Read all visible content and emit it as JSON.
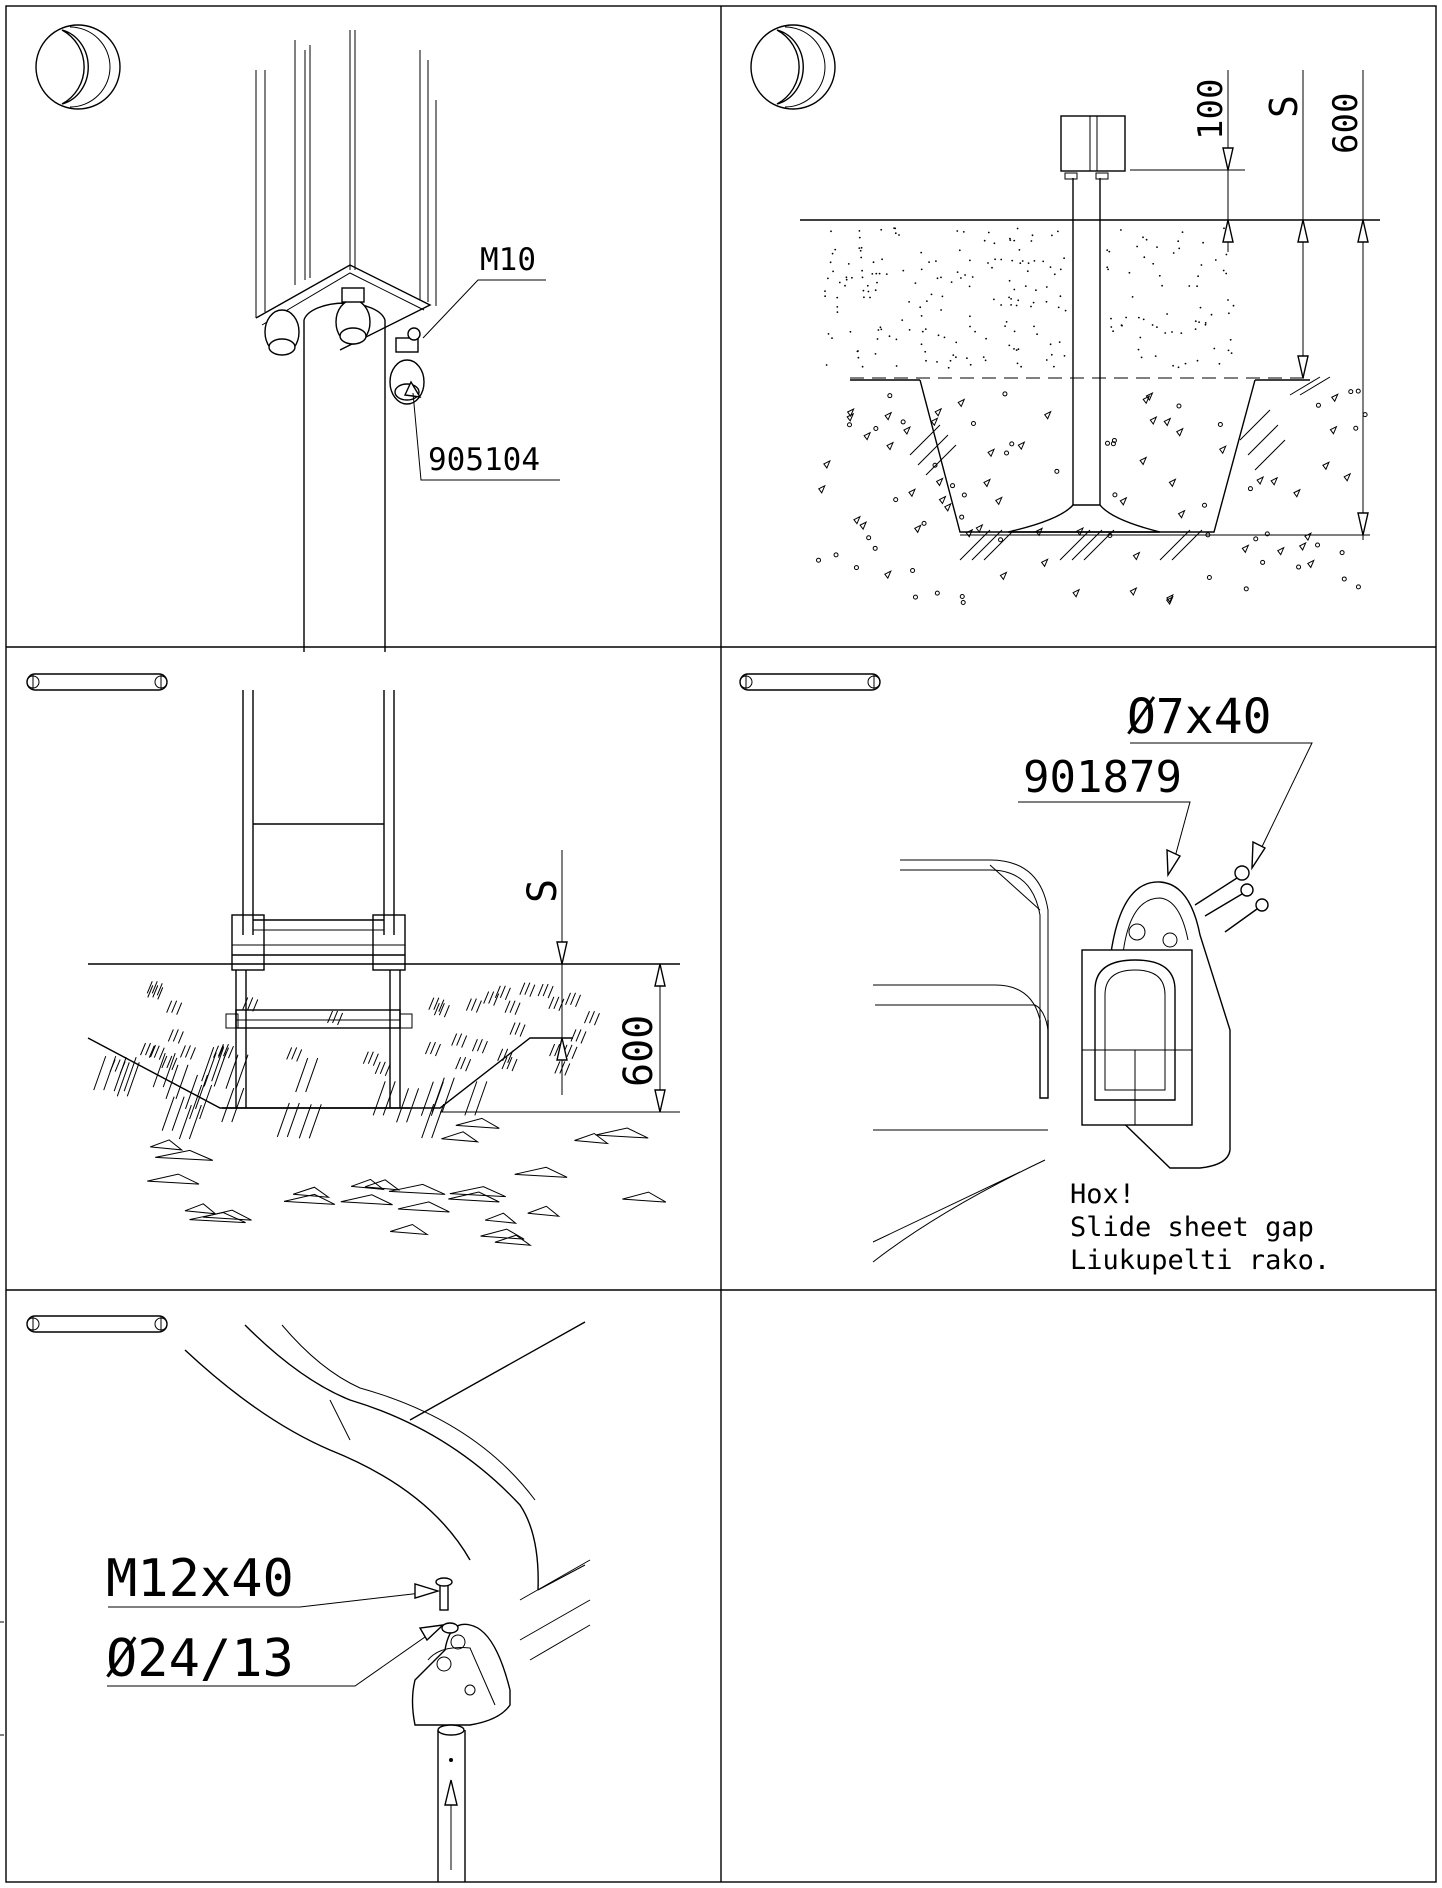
{
  "panels": {
    "p1": {
      "label_bolt": "M10",
      "label_part": "905104"
    },
    "p2": {
      "dim_100": "100",
      "dim_s": "S",
      "dim_600": "600"
    },
    "p3": {
      "dim_s": "S",
      "dim_600": "600"
    },
    "p4": {
      "label_screw": "Ø7x40",
      "label_part": "901879",
      "note_1": "Hox!",
      "note_2": "Slide sheet gap",
      "note_3": "Liukupelti rako."
    },
    "p5": {
      "label_bolt": "M12x40",
      "label_washer": "Ø24/13"
    }
  },
  "icons": [
    "moon-symbol-icon",
    "moon-symbol-icon",
    "rail-symbol-icon",
    "rail-symbol-icon",
    "rail-symbol-icon"
  ]
}
